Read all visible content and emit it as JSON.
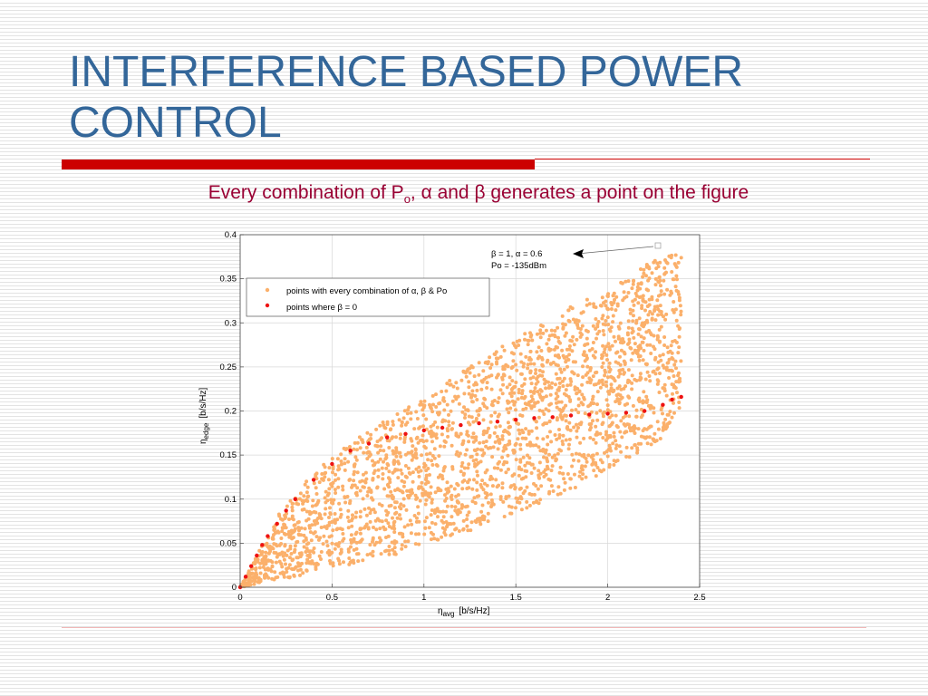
{
  "slide": {
    "title": "INTERFERENCE BASED POWER\nCONTROL",
    "subtitle_before": "Every combination of P",
    "subtitle_sub": "o",
    "subtitle_after": ", α and β generates a point on the figure"
  },
  "colors": {
    "title": "#336699",
    "accent_rule": "#cc0000",
    "subtitle": "#990033",
    "series_all": "#fbb06b",
    "series_beta0": "#ee1111"
  },
  "chart_data": {
    "type": "scatter",
    "xlabel_symbol": "η",
    "xlabel_sub": "avg",
    "xlabel_unit": "[b/s/Hz]",
    "ylabel_symbol": "η",
    "ylabel_sub": "edge",
    "ylabel_unit": "[b/s/Hz]",
    "xlim": [
      0,
      2.5
    ],
    "ylim": [
      0,
      0.4
    ],
    "xticks": [
      0,
      0.5,
      1,
      1.5,
      2,
      2.5
    ],
    "xtick_labels": [
      "0",
      "0.5",
      "1",
      "1.5",
      "2",
      "2.5"
    ],
    "yticks": [
      0,
      0.05,
      0.1,
      0.15,
      0.2,
      0.25,
      0.3,
      0.35,
      0.4
    ],
    "ytick_labels": [
      "0",
      "0.05",
      "0.1",
      "0.15",
      "0.2",
      "0.25",
      "0.3",
      "0.35",
      "0.4"
    ],
    "grid": true,
    "legend_position": "top-left",
    "series": [
      {
        "name": "points with every combination of α, β & Po",
        "color": "#fbb06b",
        "envelope_upper": [
          [
            0,
            0
          ],
          [
            0.2,
            0.08
          ],
          [
            0.4,
            0.13
          ],
          [
            0.6,
            0.165
          ],
          [
            0.8,
            0.19
          ],
          [
            1.0,
            0.215
          ],
          [
            1.2,
            0.245
          ],
          [
            1.4,
            0.27
          ],
          [
            1.6,
            0.295
          ],
          [
            1.8,
            0.32
          ],
          [
            2.0,
            0.335
          ],
          [
            2.2,
            0.365
          ],
          [
            2.35,
            0.38
          ],
          [
            2.4,
            0.375
          ]
        ],
        "envelope_lower": [
          [
            0,
            0
          ],
          [
            0.3,
            0.012
          ],
          [
            0.6,
            0.025
          ],
          [
            0.9,
            0.04
          ],
          [
            1.2,
            0.06
          ],
          [
            1.5,
            0.085
          ],
          [
            1.8,
            0.11
          ],
          [
            2.1,
            0.145
          ],
          [
            2.3,
            0.17
          ],
          [
            2.4,
            0.2
          ]
        ]
      },
      {
        "name": "points where β = 0",
        "color": "#ee1111",
        "x": [
          0.0,
          0.03,
          0.06,
          0.09,
          0.12,
          0.15,
          0.2,
          0.25,
          0.3,
          0.4,
          0.5,
          0.6,
          0.7,
          0.8,
          0.9,
          1.0,
          1.1,
          1.2,
          1.3,
          1.4,
          1.5,
          1.6,
          1.7,
          1.8,
          1.9,
          2.0,
          2.1,
          2.2,
          2.3,
          2.35,
          2.4
        ],
        "y": [
          0.0,
          0.012,
          0.024,
          0.036,
          0.048,
          0.058,
          0.072,
          0.087,
          0.1,
          0.122,
          0.14,
          0.155,
          0.163,
          0.17,
          0.174,
          0.178,
          0.181,
          0.184,
          0.186,
          0.188,
          0.19,
          0.192,
          0.193,
          0.195,
          0.196,
          0.197,
          0.198,
          0.2,
          0.207,
          0.213,
          0.216
        ]
      }
    ],
    "annotations": [
      {
        "lines": [
          "β = 1, α = 0.6",
          "Po = -135dBm"
        ],
        "x": 2.27,
        "y": 0.385
      }
    ]
  }
}
